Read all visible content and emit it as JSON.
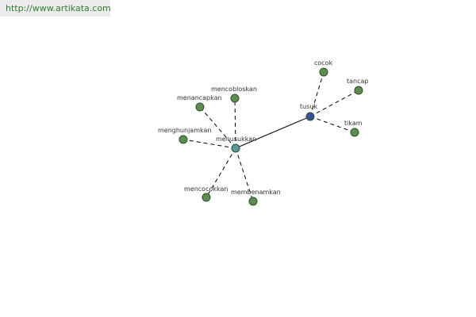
{
  "source": {
    "url_text": "http://www.artikata.com"
  },
  "colors": {
    "watermark_text": "#2e7d2e",
    "hub_primary": "#3a4f9a",
    "hub_secondary": "#5b9a9c",
    "leaf": "#5b8f4b",
    "node_stroke": "#2f4f2f",
    "edge": "#000000",
    "label": "#333333"
  },
  "graph": {
    "nodes": [
      {
        "id": "tusuk",
        "label": "tusuk",
        "kind": "hub_primary"
      },
      {
        "id": "menusukkan",
        "label": "menusukkan",
        "kind": "hub_secondary"
      },
      {
        "id": "cocok",
        "label": "cocok",
        "kind": "leaf"
      },
      {
        "id": "tancap",
        "label": "tancap",
        "kind": "leaf"
      },
      {
        "id": "tikam",
        "label": "tikam",
        "kind": "leaf"
      },
      {
        "id": "mencobloskan",
        "label": "mencobloskan",
        "kind": "leaf"
      },
      {
        "id": "menancapkan",
        "label": "menancapkan",
        "kind": "leaf"
      },
      {
        "id": "menghunjamkan",
        "label": "menghunjamkan",
        "kind": "leaf"
      },
      {
        "id": "mencocokkan",
        "label": "mencocokkan",
        "kind": "leaf"
      },
      {
        "id": "membenamkan",
        "label": "membenamkan",
        "kind": "leaf"
      }
    ],
    "edges": [
      {
        "from": "tusuk",
        "to": "menusukkan",
        "style": "solid"
      },
      {
        "from": "tusuk",
        "to": "cocok",
        "style": "dashed"
      },
      {
        "from": "tusuk",
        "to": "tancap",
        "style": "dashed"
      },
      {
        "from": "tusuk",
        "to": "tikam",
        "style": "dashed"
      },
      {
        "from": "menusukkan",
        "to": "mencobloskan",
        "style": "dashed"
      },
      {
        "from": "menusukkan",
        "to": "menancapkan",
        "style": "dashed"
      },
      {
        "from": "menusukkan",
        "to": "menghunjamkan",
        "style": "dashed"
      },
      {
        "from": "menusukkan",
        "to": "mencocokkan",
        "style": "dashed"
      },
      {
        "from": "menusukkan",
        "to": "membenamkan",
        "style": "dashed"
      }
    ]
  }
}
